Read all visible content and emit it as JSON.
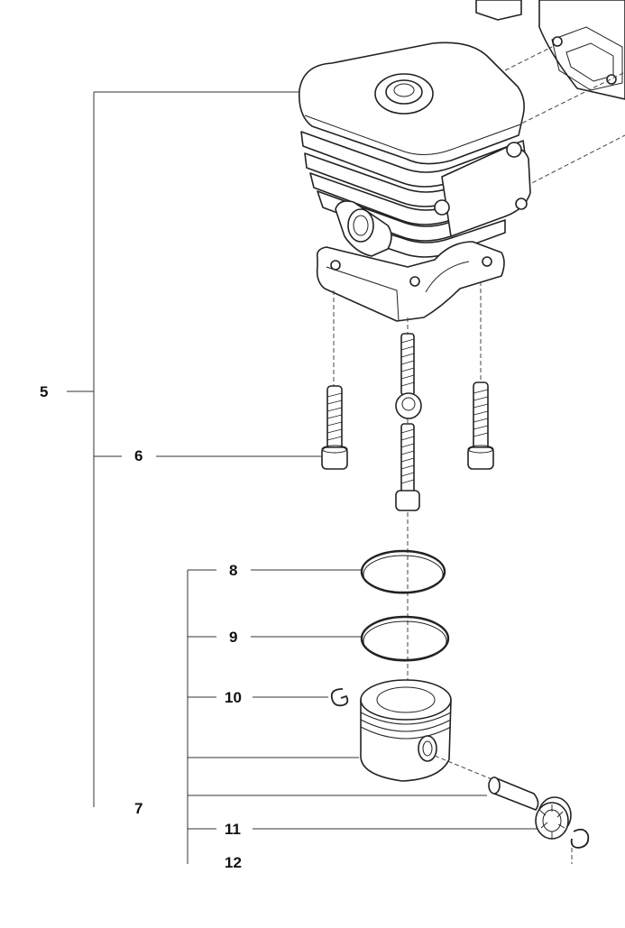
{
  "diagram": {
    "callouts": [
      {
        "id": "5",
        "text": "5"
      },
      {
        "id": "6",
        "text": "6"
      },
      {
        "id": "7",
        "text": "7"
      },
      {
        "id": "8",
        "text": "8"
      },
      {
        "id": "9",
        "text": "9"
      },
      {
        "id": "10",
        "text": "10"
      },
      {
        "id": "11",
        "text": "11"
      },
      {
        "id": "12",
        "text": "12"
      }
    ]
  }
}
